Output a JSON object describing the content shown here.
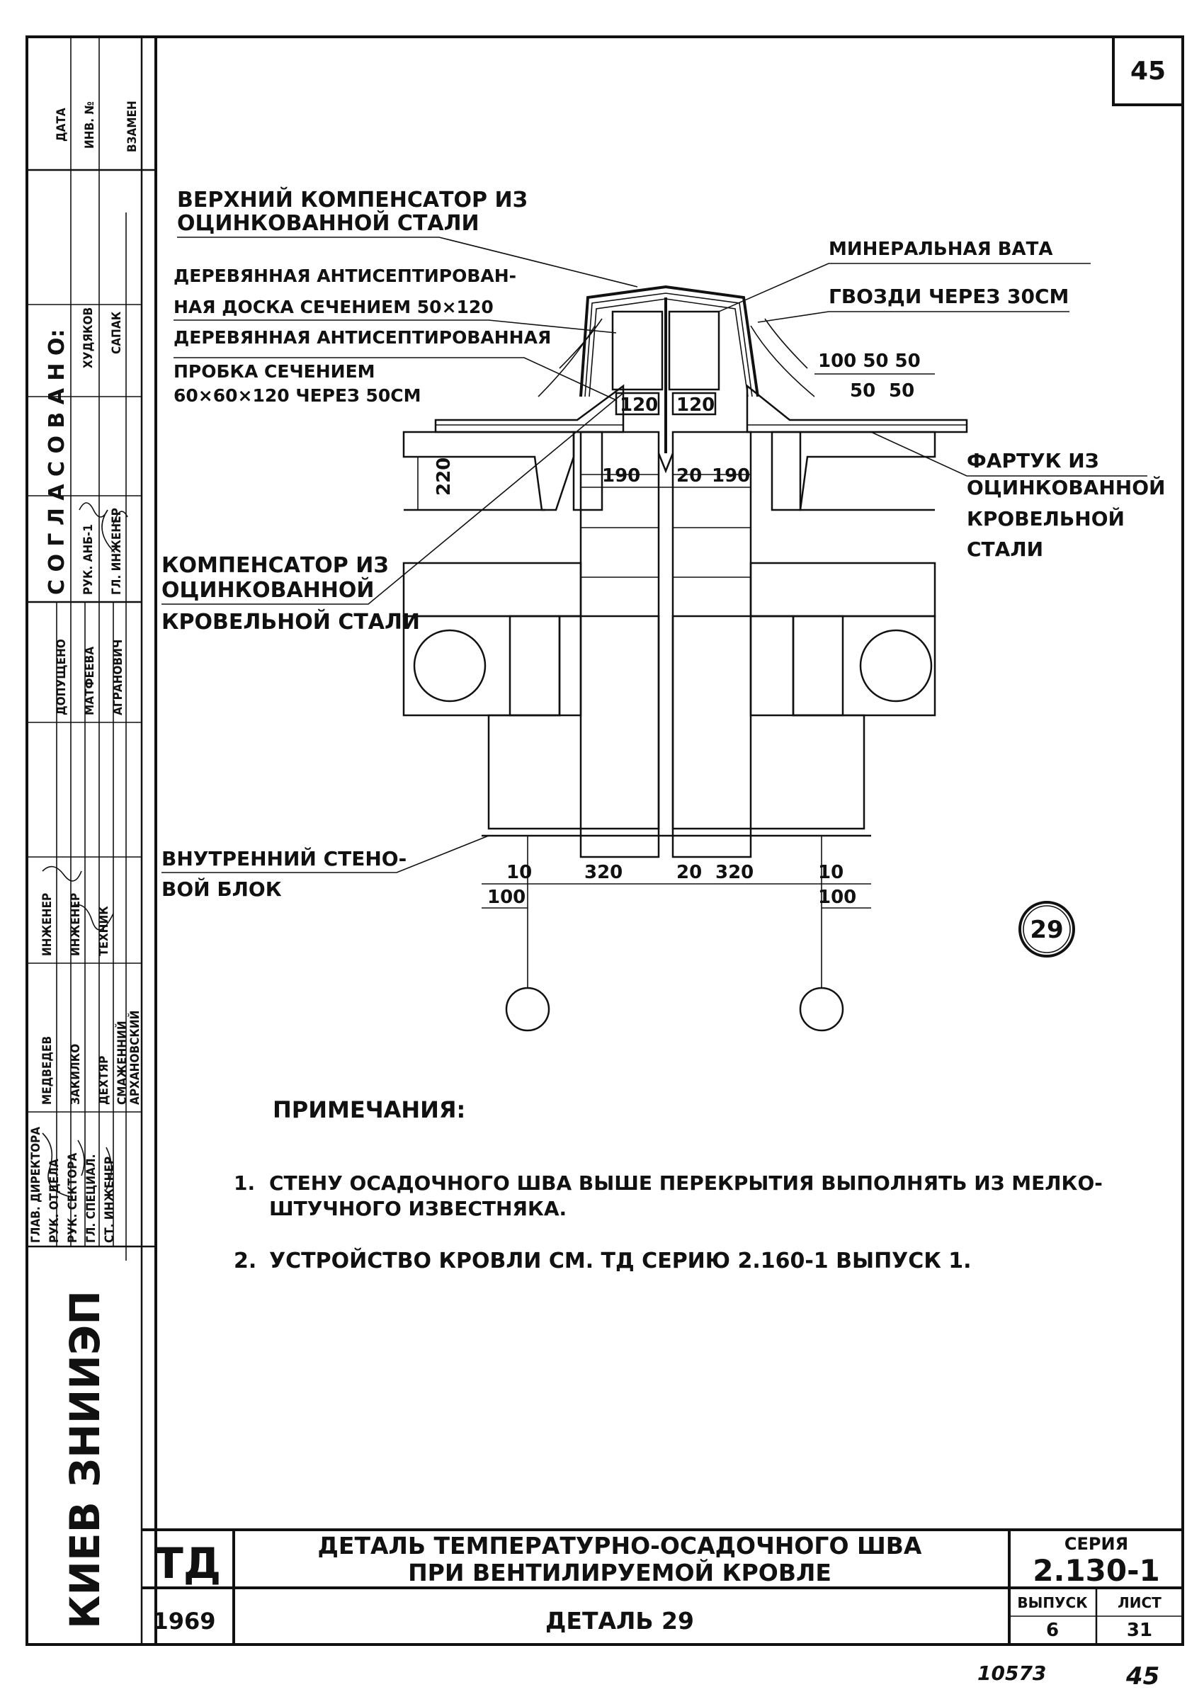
{
  "sheet_number": "45",
  "stamp": {
    "top_headers": [
      "ДАТА",
      "ИНВ. №",
      "ВЗАМЕН"
    ],
    "agreed_title": "С О Г Л А С О В А Н О:",
    "agreed_rows": [
      {
        "role": "РУК. АНБ-1",
        "name": "ХУДЯКОВ"
      },
      {
        "role": "ГЛ. ИНЖЕНЕР",
        "name": "САПАК"
      }
    ],
    "admitted_label": "ДОПУЩЕНО",
    "admitted_rows": [
      {
        "name": "МАТФЕЕВА",
        "role": "РУК. АНБ"
      },
      {
        "name": "АГРАНОВИЧ",
        "role": "ГЛ. ИНЖЕНЕР"
      }
    ],
    "staff_roles": [
      "ГЛАВ. ДИРЕКТОРА",
      "РУК. ОТДЕЛА",
      "РУК. СЕКТОРА",
      "ГЛ. СПЕЦИАЛ.",
      "СТ. ИНЖЕНЕР"
    ],
    "staff_names": [
      "МЕДВЕДЕВ",
      "ЗАКИЛКО",
      "ДЕХТЯР",
      "СМАЖЕННИЙ",
      "АРХАНОВСКИЙ"
    ],
    "staff_positions": [
      "ИНЖЕНЕР",
      "ИНЖЕНЕР",
      "ТЕХНИК"
    ],
    "institute": "КИЕВ ЗНИИЭП"
  },
  "labels": {
    "upper_compensator": [
      "ВЕРХНИЙ КОМПЕНСАТОР ИЗ",
      "ОЦИНКОВАННОЙ СТАЛИ"
    ],
    "wood_board": [
      "ДЕРЕВЯННАЯ АНТИСЕПТИРОВАН-",
      "НАЯ ДОСКА СЕЧЕНИЕМ 50×120"
    ],
    "wood_plug": [
      "ДЕРЕВЯННАЯ АНТИСЕПТИРОВАННАЯ",
      "ПРОБКА СЕЧЕНИЕМ",
      "60×60×120 ЧЕРЕЗ 50СМ"
    ],
    "mineral_wool": "МИНЕРАЛЬНАЯ ВАТА",
    "nails": "ГВОЗДИ ЧЕРЕЗ 30СМ",
    "apron": [
      "ФАРТУК ИЗ",
      "ОЦИНКОВАННОЙ",
      "КРОВЕЛЬНОЙ",
      "СТАЛИ"
    ],
    "compensator": [
      "КОМПЕНСАТОР ИЗ",
      "ОЦИНКОВАННОЙ",
      "КРОВЕЛЬНОЙ СТАЛИ"
    ],
    "wall_block": [
      "ВНУТРЕННИЙ СТЕНО-",
      "ВОЙ БЛОК"
    ]
  },
  "dimensions": {
    "d220": "220",
    "d120a": "120",
    "d120b": "120",
    "d190a": "190",
    "d20a": "20",
    "d190b": "190",
    "top_row": "100 50 50",
    "d50a": "50",
    "d50b": "50",
    "d10a": "10",
    "d100a": "100",
    "d320a": "320",
    "d20b": "20",
    "d320b": "320",
    "d10b": "10",
    "d100b": "100"
  },
  "detail_mark": "29",
  "notes": {
    "title": "ПРИМЕЧАНИЯ:",
    "items": [
      {
        "num": "1.",
        "lines": [
          "СТЕНУ ОСАДОЧНОГО ШВА ВЫШЕ ПЕРЕКРЫТИЯ ВЫПОЛНЯТЬ ИЗ МЕЛКО-",
          "ШТУЧНОГО ИЗВЕСТНЯКА."
        ]
      },
      {
        "num": "2.",
        "lines": [
          "УСТРОЙСТВО КРОВЛИ СМ. ТД СЕРИЮ 2.160-1 ВЫПУСК 1."
        ]
      }
    ]
  },
  "title_block": {
    "code": "ТД",
    "year": "1969",
    "title_line1": "ДЕТАЛЬ ТЕМПЕРАТУРНО-ОСАДОЧНОГО ШВА",
    "title_line2": "ПРИ ВЕНТИЛИРУЕМОЙ КРОВЛЕ",
    "subtitle": "ДЕТАЛЬ 29",
    "series_label": "СЕРИЯ",
    "series_value": "2.130-1",
    "issue_label": "ВЫПУСК",
    "issue_value": "6",
    "sheet_label": "ЛИСТ",
    "sheet_value": "31"
  },
  "footer": {
    "left": "10573",
    "right": "45"
  }
}
